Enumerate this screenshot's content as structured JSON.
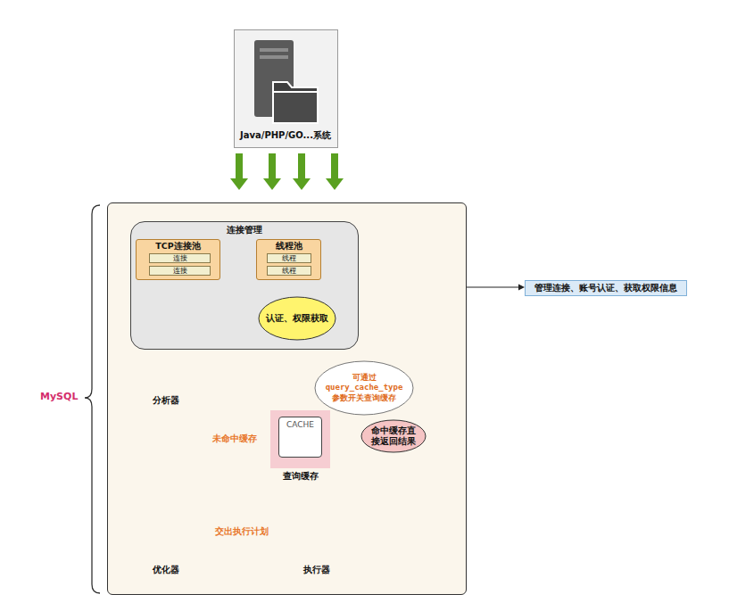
{
  "diagram": {
    "nodes": [
      {
        "text": [
          "Java/PHP/GO...系统"
        ]
      },
      {
        "text": [
          "MySQL"
        ]
      },
      {
        "text": [
          "连接管理"
        ],
        "in": 1
      },
      {
        "text": [
          "TCP连接池"
        ],
        "in": 2
      },
      {
        "text": [
          "连接"
        ],
        "in": 3
      },
      {
        "text": [
          "连接"
        ],
        "in": 3
      },
      {
        "text": [
          "线程池"
        ],
        "in": 2
      },
      {
        "text": [
          "线程"
        ],
        "in": 6
      },
      {
        "text": [
          "线程"
        ],
        "in": 6
      },
      {
        "text": [
          "认证、权限获取"
        ],
        "in": 2
      },
      {
        "text": [
          "管理连接、账号认证、获取权限信息"
        ]
      },
      {
        "text": [
          "分析器"
        ],
        "in": 1
      },
      {
        "text": [
          "CACHE",
          "查询缓存"
        ],
        "in": 1
      },
      {
        "text": [
          "可通过 query_cache_type 参数开关查询缓存"
        ],
        "in": 1
      },
      {
        "text": [
          "命中缓存直接返回结果"
        ],
        "in": 1
      },
      {
        "text": [
          "优化器"
        ],
        "in": 1
      },
      {
        "text": [
          "执行器"
        ],
        "in": 1
      }
    ],
    "edges": [
      {
        "from": 0,
        "to": 1,
        "arrow": "to"
      },
      {
        "from": 0,
        "to": 1,
        "arrow": "to"
      },
      {
        "from": 0,
        "to": 1,
        "arrow": "to"
      },
      {
        "from": 0,
        "to": 1,
        "arrow": "to"
      },
      {
        "from": 3,
        "to": 6,
        "arrow": "to"
      },
      {
        "from": 6,
        "to": 9,
        "arrow": "to"
      },
      {
        "from": 2,
        "to": 10,
        "arrow": "to"
      },
      {
        "from": 9,
        "to": 12,
        "arrow": "to"
      },
      {
        "from": 12,
        "to": 11,
        "label": "未命中缓存",
        "arrow": "to"
      },
      {
        "from": 12,
        "to": 14,
        "arrow": "to"
      },
      {
        "from": 11,
        "to": 15,
        "arrow": "to"
      },
      {
        "from": 15,
        "to": 16,
        "label": "交出执行计划",
        "arrow": "to"
      }
    ]
  }
}
